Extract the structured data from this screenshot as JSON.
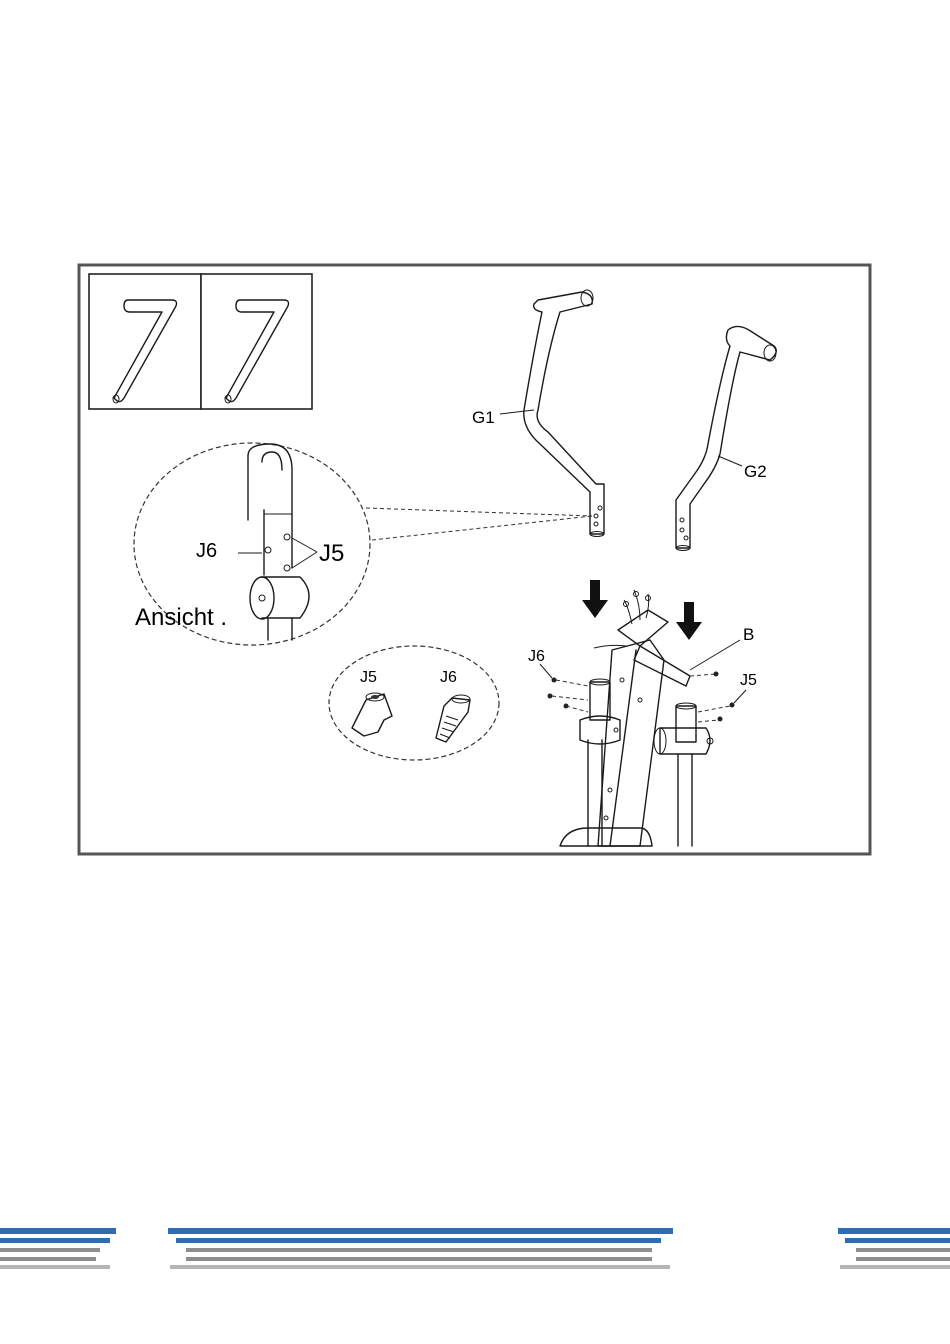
{
  "labels": {
    "part_g1": "G1",
    "part_g2": "G2",
    "part_b": "B",
    "screw_j5_main": "J5",
    "screw_j6_main": "J6",
    "zoom_j5": "J5",
    "zoom_j6": "J6",
    "zoom_view": "Ansicht .",
    "hw_j5": "J5",
    "hw_j6": "J6"
  },
  "icons": {
    "tool_1": "hex-key-icon",
    "tool_2": "hex-key-icon",
    "arrow_1": "down-arrow-icon",
    "arrow_2": "down-arrow-icon"
  },
  "colors": {
    "frame": "#555555",
    "footer_blue": "#2e6db4",
    "footer_gray": "#8e8e8e"
  }
}
